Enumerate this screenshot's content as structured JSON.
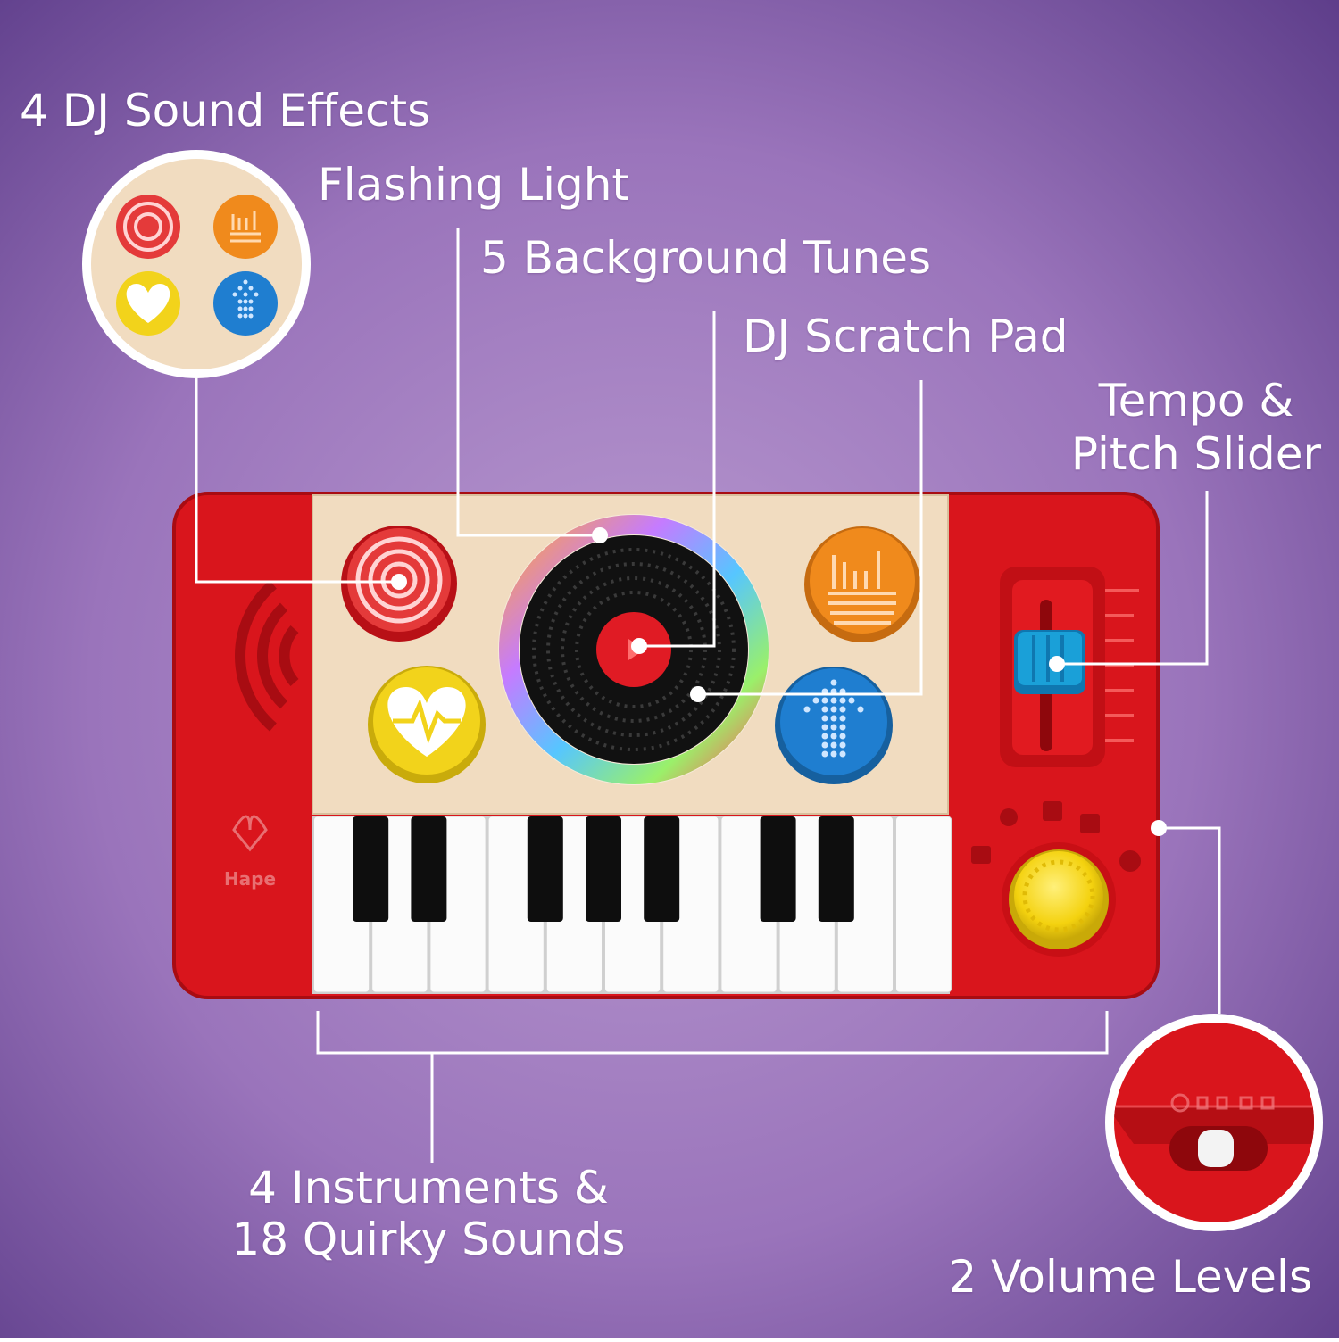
{
  "callouts": {
    "sound_effects": "4 DJ Sound Effects",
    "flashing_light": "Flashing Light",
    "background_tunes": "5 Background Tunes",
    "scratch_pad": "DJ Scratch Pad",
    "tempo_line1": "Tempo &",
    "tempo_line2": "Pitch Slider",
    "instruments_line1": "4 Instruments &",
    "instruments_line2": "18 Quirky Sounds",
    "volume": "2 Volume Levels"
  },
  "brand_logo_text": "Hape",
  "colors": {
    "background_center": "#b596cc",
    "background_edge": "#5d3d8a",
    "toy_red": "#d9151c",
    "wood": "#f1dcc0",
    "pad_red": "#e43a3a",
    "pad_orange": "#f08a1c",
    "pad_yellow": "#f2d31b",
    "pad_blue": "#1f7ed0",
    "slider_blue": "#1aa0d8",
    "knob_yellow": "#f4d20f"
  },
  "icons": [
    "concentric-circles-icon",
    "rock-hand-icon",
    "heartbeat-icon",
    "dotted-arrow-icon"
  ]
}
